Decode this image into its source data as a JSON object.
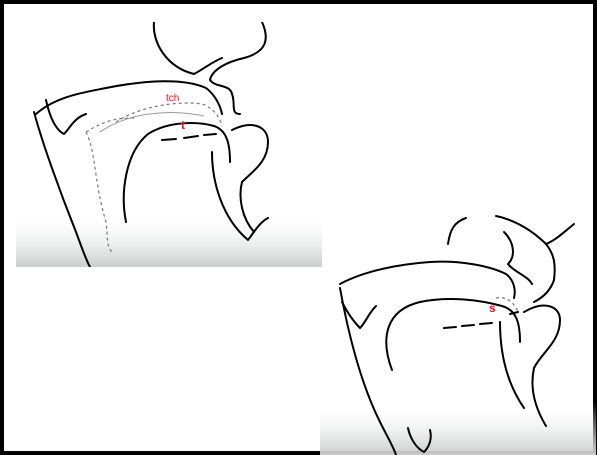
{
  "diagram": {
    "left_panel": {
      "labels": {
        "tch": "tch",
        "t": "t"
      }
    },
    "right_panel": {
      "labels": {
        "s": "s"
      }
    },
    "colors": {
      "label": "#e0141e",
      "outline": "#000000",
      "dashed_contour": "#777777",
      "frame": "#000000"
    }
  }
}
